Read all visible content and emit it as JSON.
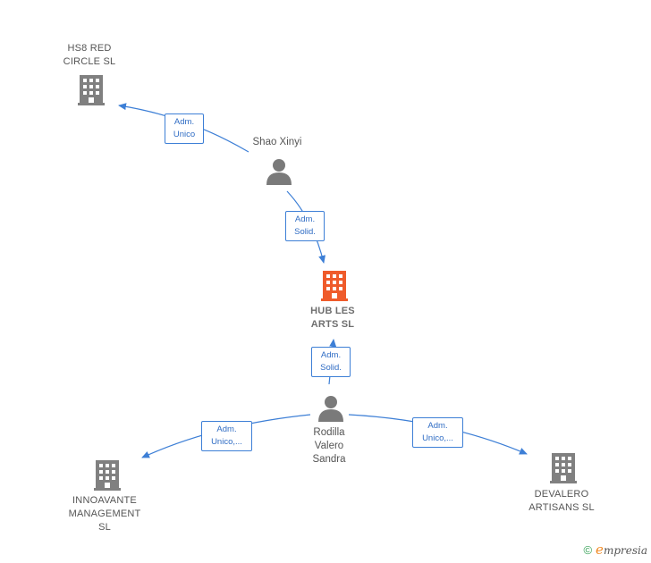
{
  "colors": {
    "edge": "#3d7fd6",
    "building": "#808080",
    "focus_building": "#ef5b2b",
    "person": "#7a7a7a",
    "label_text": "#2f6cc4"
  },
  "companies": {
    "hs8": {
      "line1": "HS8 RED",
      "line2": "CIRCLE  SL"
    },
    "hub": {
      "line1": "HUB LES",
      "line2": "ARTS  SL"
    },
    "innoavante": {
      "line1": "INNOAVANTE",
      "line2": "MANAGEMENT",
      "line3": "SL"
    },
    "devalero": {
      "line1": "DEVALERO",
      "line2": "ARTISANS  SL"
    }
  },
  "people": {
    "shao": {
      "line1": "Shao Xinyi"
    },
    "rodilla": {
      "line1": "Rodilla",
      "line2": "Valero",
      "line3": "Sandra"
    }
  },
  "relations": {
    "shao_hs8": {
      "line1": "Adm.",
      "line2": "Unico"
    },
    "shao_hub": {
      "line1": "Adm.",
      "line2": "Solid."
    },
    "rodilla_hub": {
      "line1": "Adm.",
      "line2": "Solid."
    },
    "rodilla_innoavante": {
      "line1": "Adm.",
      "line2": "Unico,..."
    },
    "rodilla_devalero": {
      "line1": "Adm.",
      "line2": "Unico,..."
    }
  },
  "brand": {
    "copyright": "©",
    "e": "e",
    "rest": "mpresia"
  }
}
